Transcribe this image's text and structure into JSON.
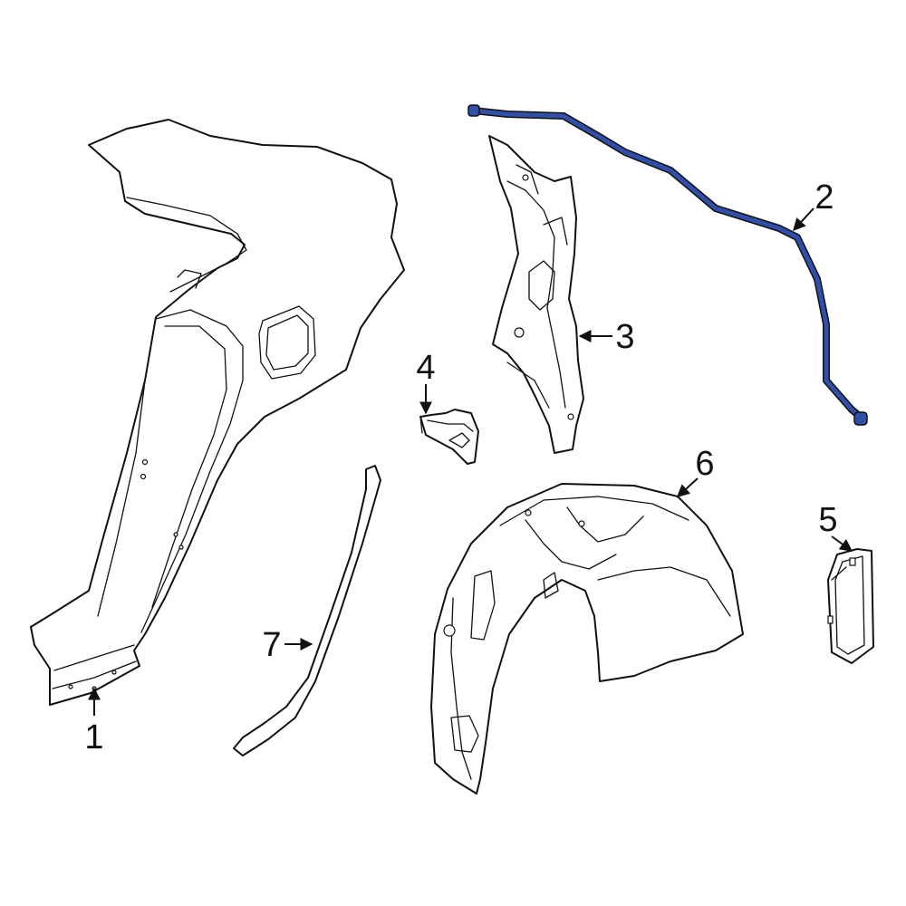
{
  "callouts": {
    "c1": "1",
    "c2": "2",
    "c3": "3",
    "c4": "4",
    "c5": "5",
    "c6": "6",
    "c7": "7"
  },
  "colors": {
    "highlight": "#2f4fa8",
    "line": "#111111",
    "background": "#ffffff"
  },
  "highlighted_part": "2"
}
